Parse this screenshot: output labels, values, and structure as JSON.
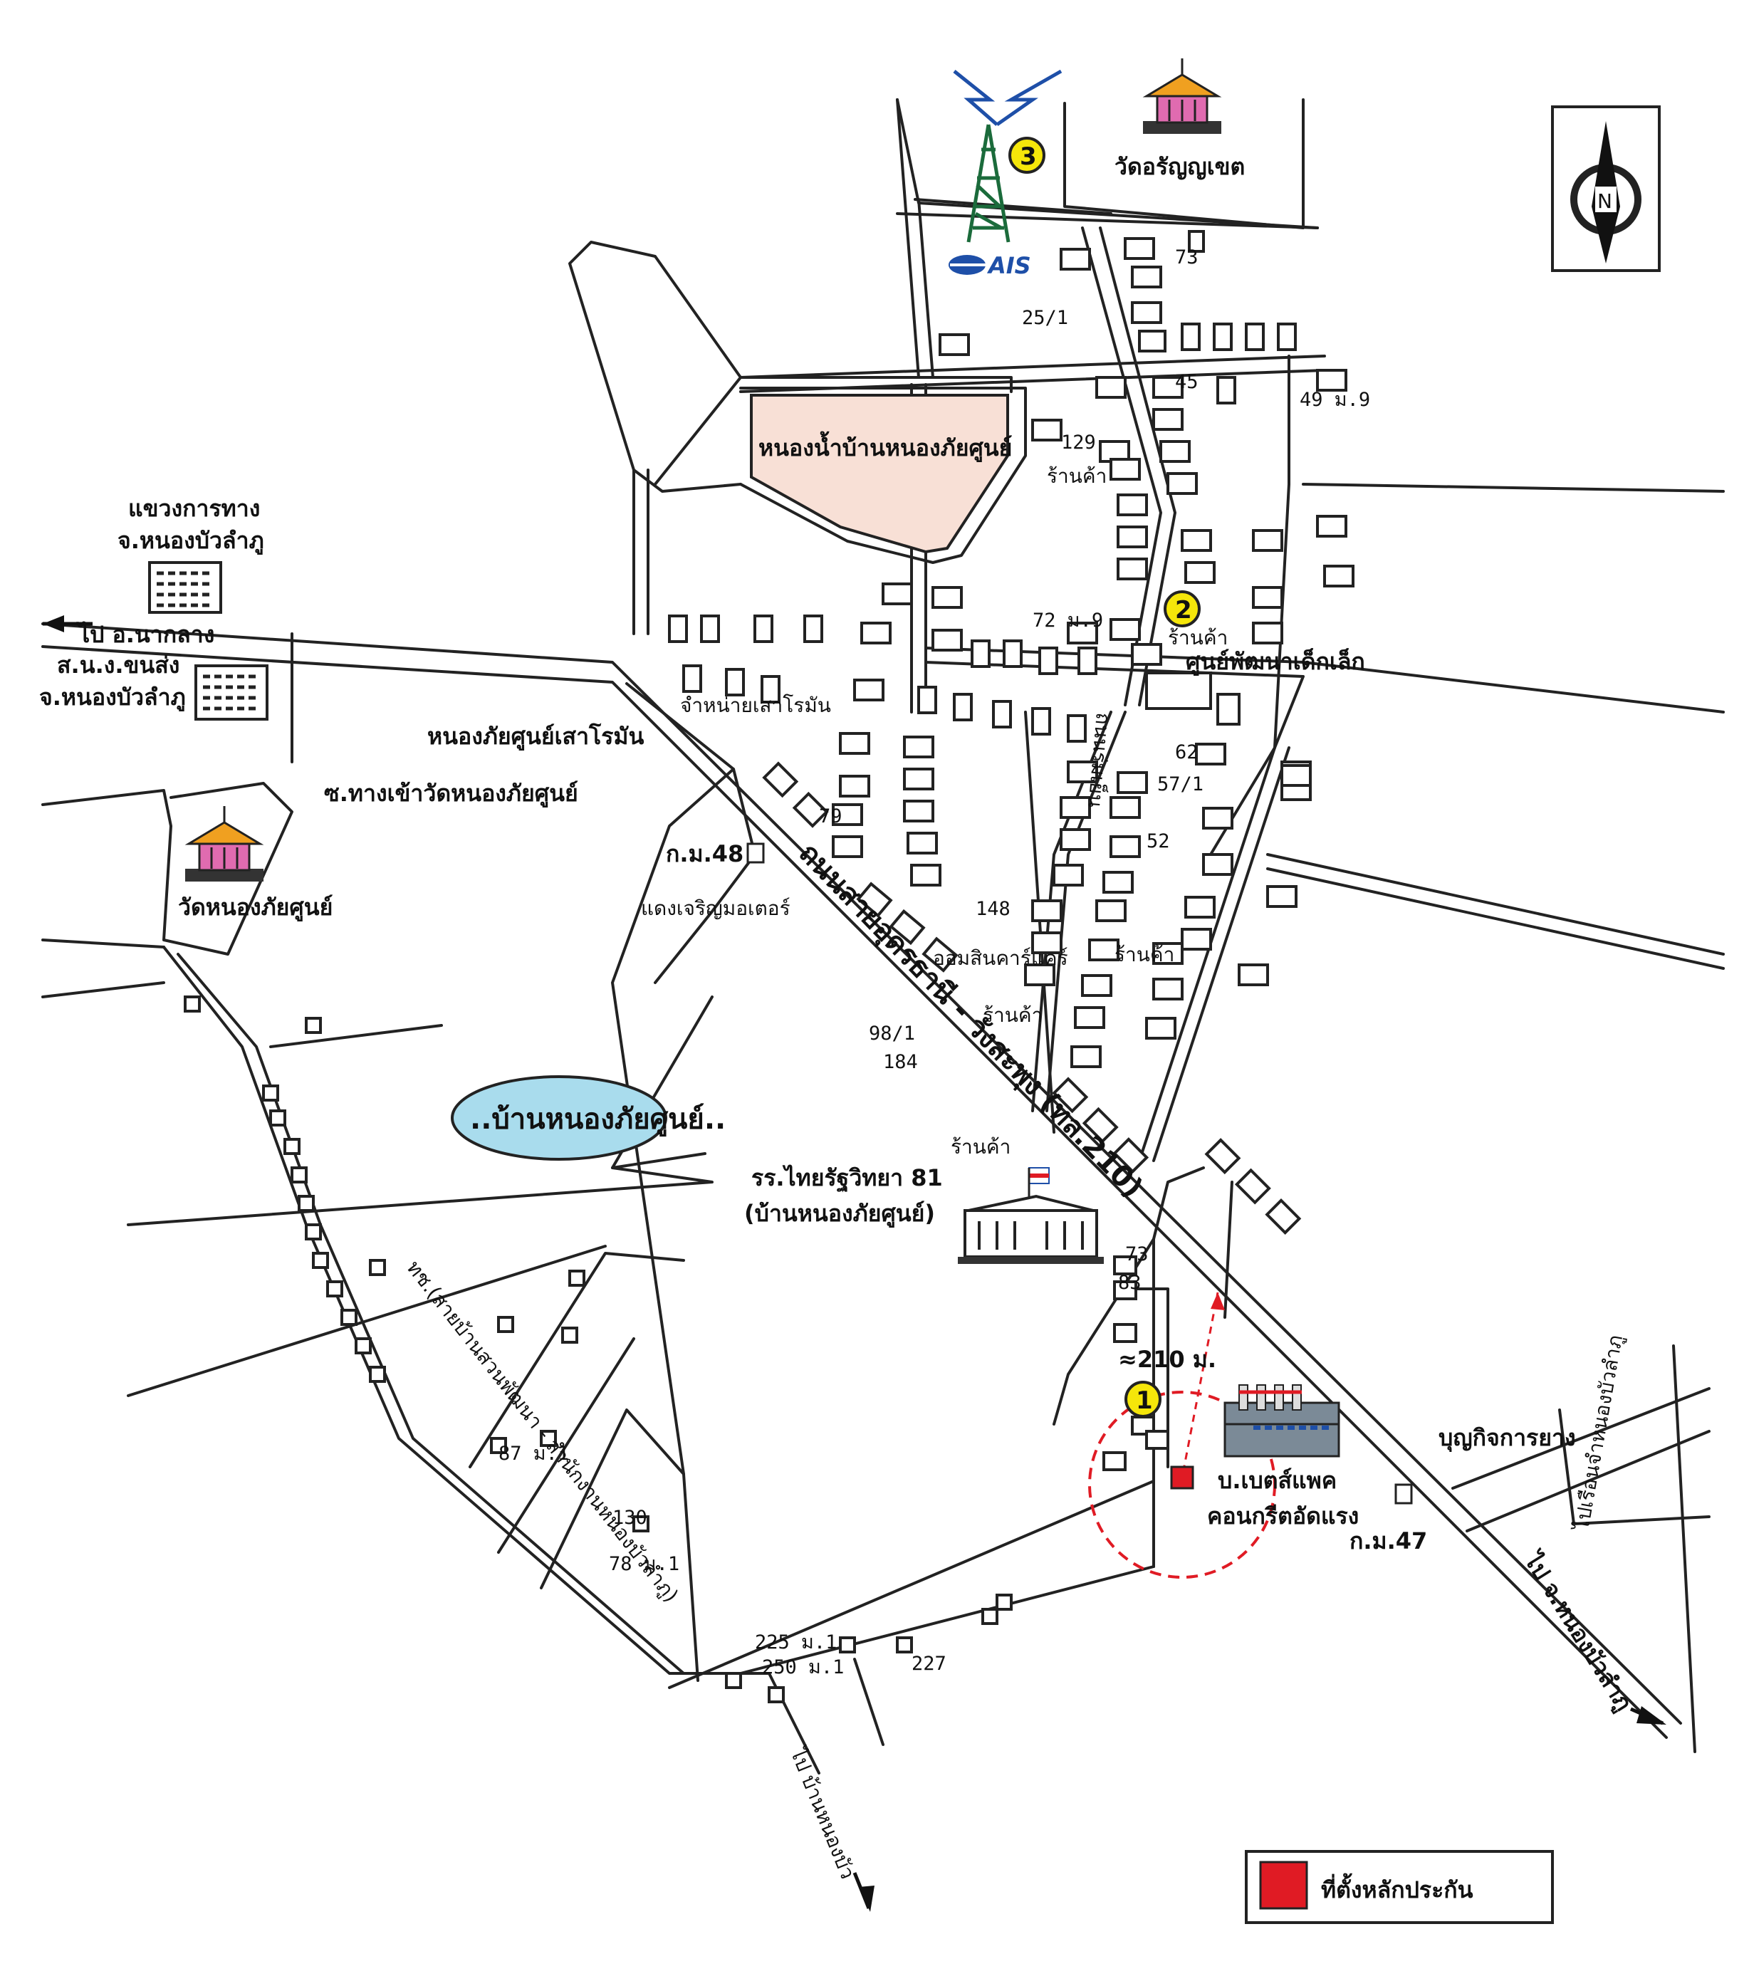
{
  "colors": {
    "pond_fill": "#f8e0d6",
    "pond_text": "#c1171d",
    "village_fill": "#a9dced",
    "site_red": "#e01b24",
    "marker_yellow": "#f5e60a",
    "temple_pink": "#e06bb0",
    "temple_roof": "#f0a020"
  },
  "pond": {
    "label": "หนองน้ำบ้านหนองภัยศูนย์"
  },
  "village": {
    "label": "..บ้านหนองภัยศูนย์.."
  },
  "highway": {
    "label": "ถนนสายอุดรธานี - วังสะพุง (ทล.210)",
    "to_north_west": "ไป อ.นากลาง",
    "to_south_east": "ไป จ.หนองบัวลำภู"
  },
  "roads": {
    "soi_market": "ถนนร่มเย็น",
    "local_road": "ทช.(สายบ้านสวนพัฒนา - สำนักงานหนองบัวลำภู)",
    "to_south": "ไป บ้านหนองบัว",
    "to_north_east": "ไปเรือนจำหนองบัวลำภู"
  },
  "landmarks": {
    "temple_north": "วัดอรัญญเขต",
    "temple_west": "วัดหนองภัยศูนย์",
    "highway_office_1": "แขวงการทาง",
    "highway_office_2": "จ.หนองบัวลำภู",
    "transport_office_1": "ส.น.ง.ขนส่ง",
    "transport_office_2": "จ.หนองบัวลำภู",
    "school_1": "รร.ไทยรัฐวิทยา 81",
    "school_2": "(บ้านหนองภัยศูนย์)",
    "ais": "AIS",
    "child_center": "ศูนย์พัฒนาเด็กเล็ก",
    "pole_shop": "จำหน่ายเสาโรมัน",
    "pole_shop2": "หนองภัยศูนย์เสาโรมัน",
    "temple_soi": "ซ.ทางเข้าวัดหนองภัยศูนย์",
    "motor_shop": "แดงเจริญมอเตอร์",
    "savings_shop": "ออมสินคาร์แคร์",
    "rubber": "บุญกิจการยาง",
    "factory_1": "บ.เบตส์แพค",
    "factory_2": "คอนกรีตอัดแรง",
    "km48": "ก.ม.48",
    "km47": "ก.ม.47",
    "distance": "≈210 ม.",
    "shop": "ร้านค้า"
  },
  "house_numbers": {
    "n73a": "73",
    "n25_1": "25/1",
    "n45": "45",
    "n49": "49 ม.9",
    "n129": "129",
    "n72": "72 ม.9",
    "n62": "62",
    "n57_1": "57/1",
    "n52": "52",
    "n79": "79",
    "n148": "148",
    "n98_1": "98/1",
    "n184": "184",
    "n73b": "73",
    "n83": "83",
    "n87": "87 ม.1",
    "n130": "130",
    "n78": "78 ม.1",
    "n225": "225 ม.1",
    "n250": "250 ม.1",
    "n227": "227"
  },
  "markers": {
    "m1": "1",
    "m2": "2",
    "m3": "3"
  },
  "compass": {
    "letter": "N"
  },
  "legend": {
    "label": "ที่ตั้งหลักประกัน"
  }
}
